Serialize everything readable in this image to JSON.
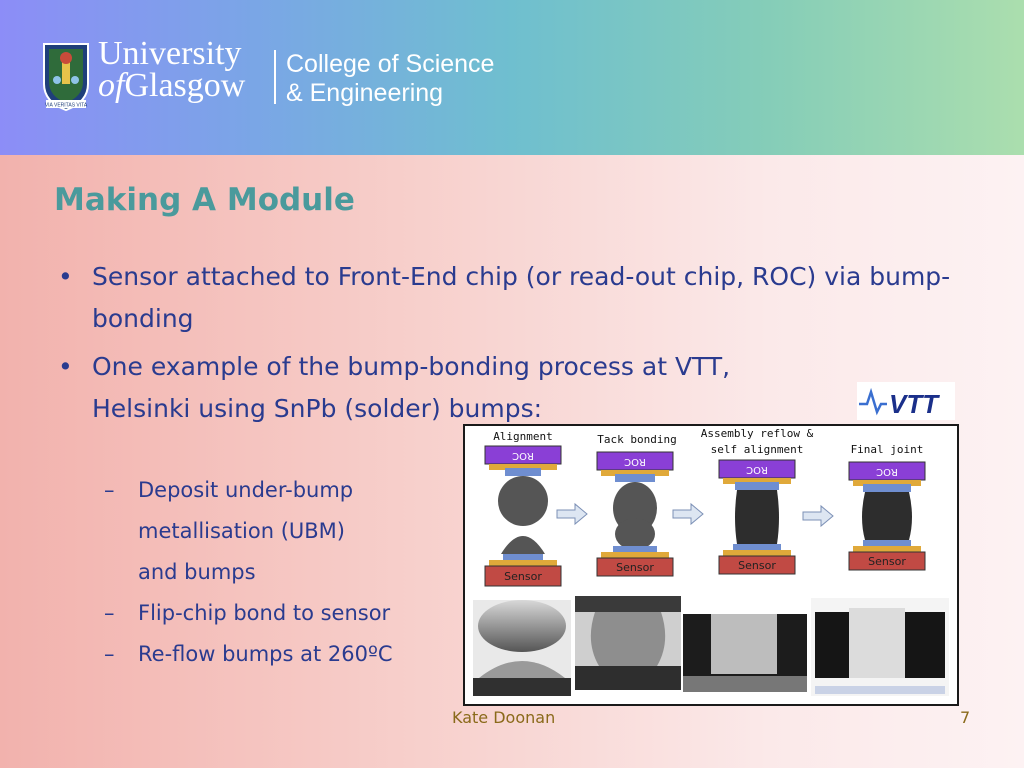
{
  "header": {
    "university_line1": "University",
    "university_line2_of": "of",
    "university_line2_rest": "Glasgow",
    "college_line1": "College of Science",
    "college_line2": "& Engineering",
    "crest_motto": "VIA VERITAS VITA",
    "brand_color": "#8c8df7"
  },
  "slide": {
    "title": "Making A Module",
    "bullets": [
      {
        "text": "Sensor attached to Front-End chip (or read-out chip, ROC) via bump-bonding"
      },
      {
        "text": "One example of the bump-bonding process at VTT, Helsinki using SnPb (solder) bumps:"
      }
    ],
    "sub_bullets": [
      {
        "text": "Deposit under-bump metallisation (UBM) and bumps"
      },
      {
        "text": "Flip-chip bond to sensor"
      },
      {
        "text": "Re-flow bumps at 260ºC"
      }
    ],
    "bullet_glyph": "•",
    "dash_glyph": "–"
  },
  "figure": {
    "stages": [
      "Alignment",
      "Tack bonding",
      "Assembly reflow &",
      "self alignment",
      "Final joint"
    ],
    "roc_label": "ROC",
    "sensor_label": "Sensor"
  },
  "vtt_logo": {
    "text": "VTT"
  },
  "footer": {
    "author": "Kate Doonan",
    "page": "7"
  }
}
